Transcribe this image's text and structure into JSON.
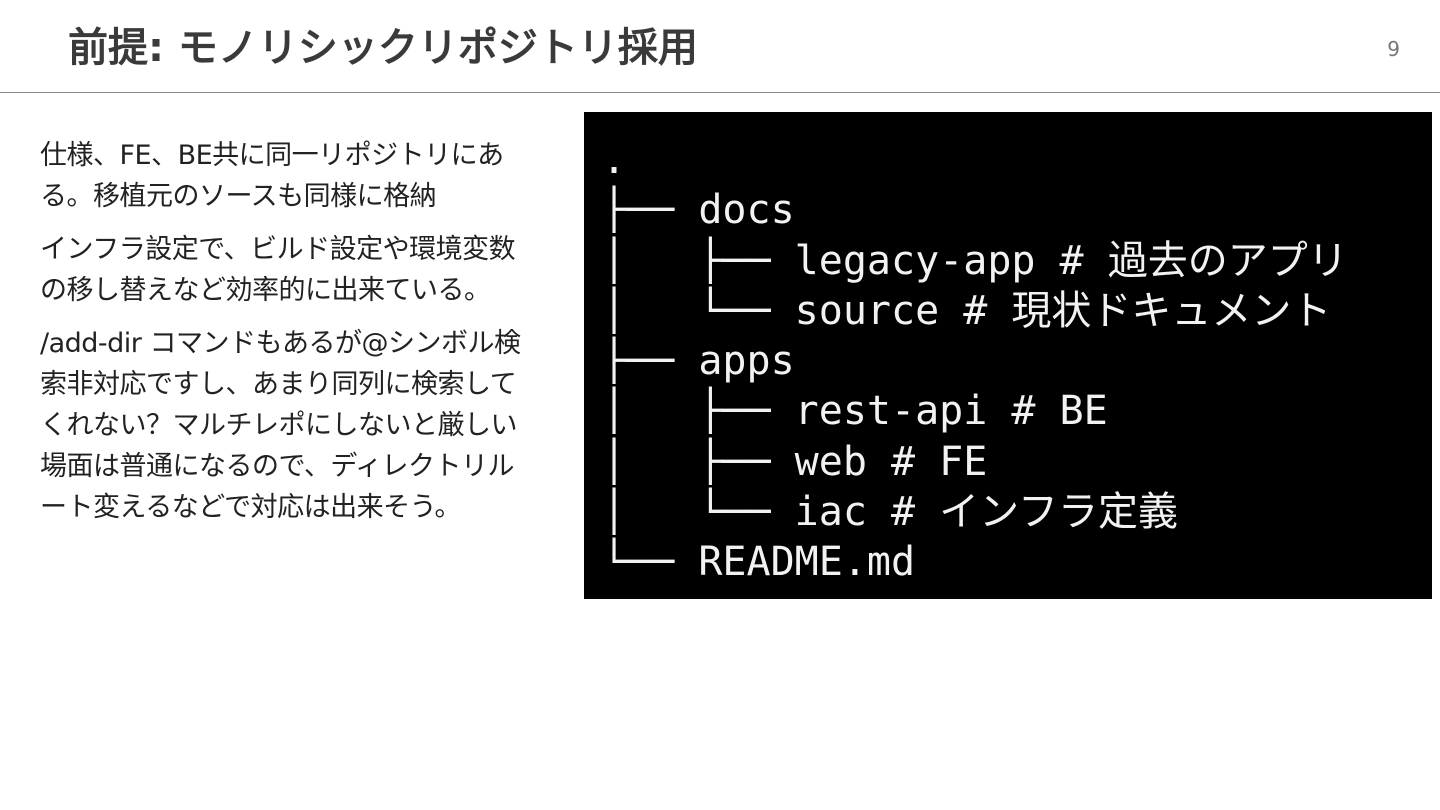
{
  "slide": {
    "title": "前提: モノリシックリポジトリ採用",
    "page_number": "9"
  },
  "body": {
    "paragraphs": [
      "仕様、FE、BE共に同一リポジトリにある。移植元のソースも同様に格納",
      "インフラ設定で、ビルド設定や環境変数の移し替えなど効率的に出来ている。",
      "/add-dir コマンドもあるが@シンボル検索非対応ですし、あまり同列に検索してくれない？マルチレポにしないと厳しい場面は普通になるので、ディレクトリルート変えるなどで対応は出来そう。"
    ]
  },
  "terminal": {
    "lines": [
      ".",
      "├── docs",
      "│   ├── legacy-app # 過去のアプリ",
      "│   └── source # 現状ドキュメント",
      "├── apps",
      "│   ├── rest-api # BE",
      "│   ├── web # FE",
      "│   └── iac # インフラ定義",
      "└── README.md"
    ]
  }
}
